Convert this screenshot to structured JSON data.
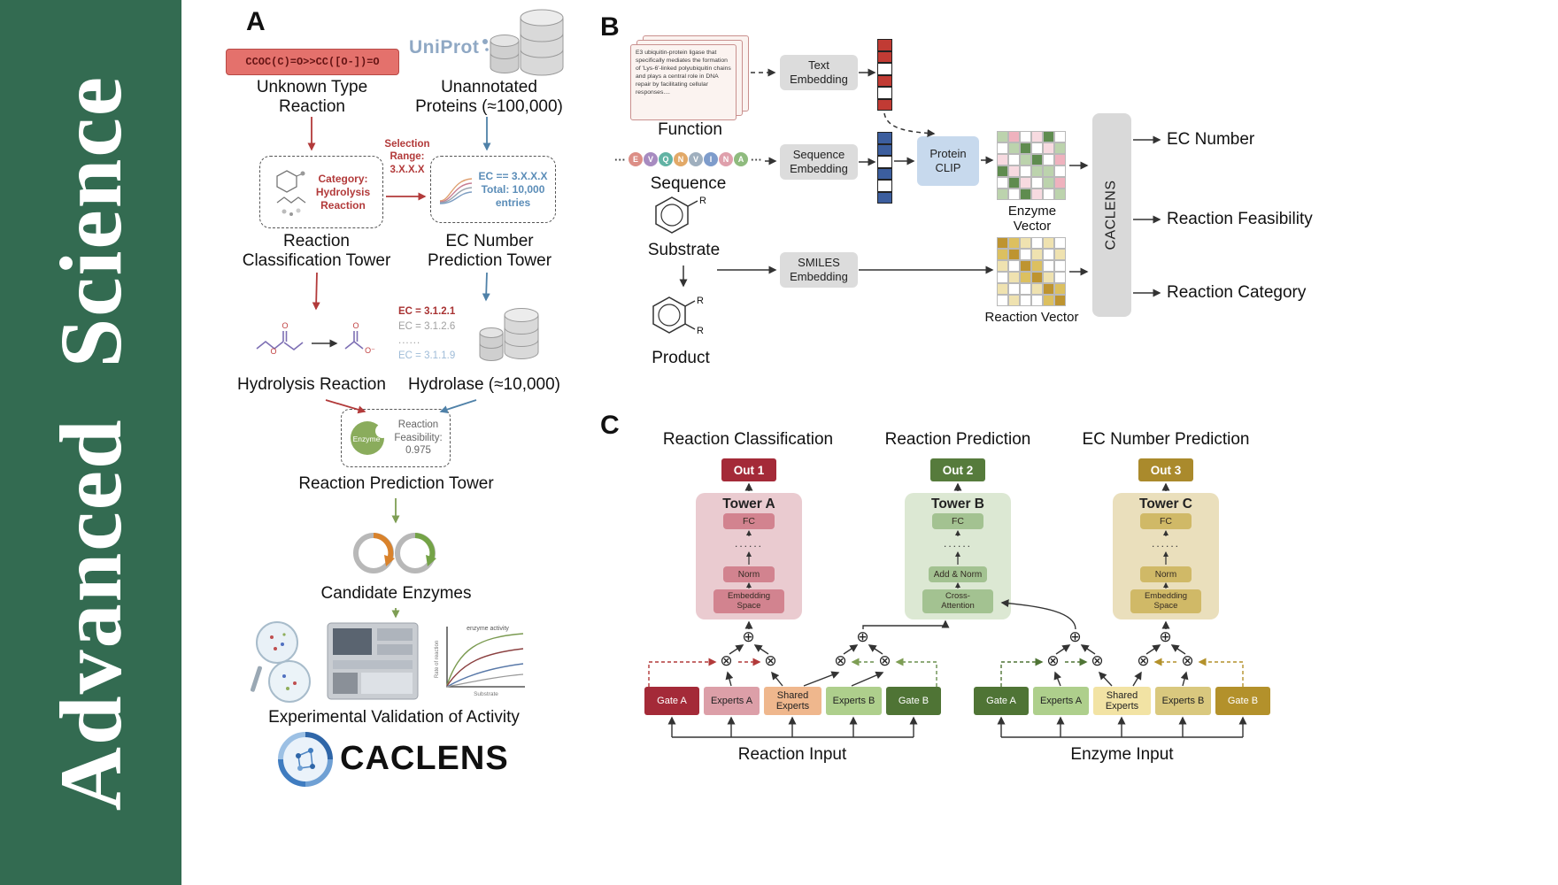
{
  "journal": {
    "name": "Advanced  Science"
  },
  "colors": {
    "journal_green": "#336B51",
    "red_accent": "#B23A3A",
    "blue_accent": "#4F81A8",
    "green_accent": "#7E9E54",
    "out1_red": "#A42A38",
    "out2_green": "#567B3C",
    "out3_gold": "#AA8A2C",
    "cell_palette": {
      "r": "#C13B34",
      "b": "#3C5E9E",
      "w": "#FFFFFF",
      "g": "#5F8C4F",
      "G": "#BCD3AD",
      "p": "#EFB2BE",
      "P": "#F7DAE0",
      "y": "#BE9430",
      "Y": "#DCC060",
      "t": "#EFE2B0"
    }
  },
  "panelA": {
    "label": "A",
    "smiles": "CCOC(C)=O>>CC([O-])=O",
    "unknown_reaction": "Unknown Type\nReaction",
    "uniprot": "UniProt",
    "unannotated": "Unannotated\nProteins (≈100,000)",
    "category": "Category:\nHydrolysis\nReaction",
    "selection": "Selection\nRange:\n3.X.X.X",
    "ec_filter": "EC == 3.X.X.X\nTotal: 10,000\nentries",
    "classification_tower": "Reaction\nClassification Tower",
    "ec_tower": "EC Number\nPrediction Tower",
    "ec_list": [
      "EC = 3.1.2.1",
      "EC = 3.1.2.6",
      "......",
      "EC = 3.1.1.9"
    ],
    "hydrolysis": "Hydrolysis Reaction",
    "hydrolase": "Hydrolase (≈10,000)",
    "enzyme_label": "Enzyme",
    "feasibility": "Reaction\nFeasibility:\n0.975",
    "prediction_tower": "Reaction Prediction Tower",
    "candidates": "Candidate Enzymes",
    "validation": "Experimental Validation of Activity",
    "wordmark": "CACLENS",
    "atoms": {
      "o": "O",
      "o_minus": "O⁻"
    },
    "plot": {
      "title": "enzyme activity",
      "xlabel": "Substrate",
      "ylabel": "Rate of reaction"
    }
  },
  "panelB": {
    "label": "B",
    "function_text": "E3 ubiquitin-protein ligase that specifically mediates the formation of 'Lys-6'-linked polyubiquitin chains and plays a central role in DNA repair by facilitating cellular responses....",
    "function_label": "Function",
    "sequence_ellipsis": "···",
    "sequence_letters": [
      "E",
      "V",
      "Q",
      "N",
      "V",
      "I",
      "N",
      "A"
    ],
    "sequence_label": "Sequence",
    "substrate_label": "Substrate",
    "product_label": "Product",
    "substituent": "R",
    "text_embedding": "Text\nEmbedding",
    "sequence_embedding": "Sequence\nEmbedding",
    "smiles_embedding": "SMILES\nEmbedding",
    "protein_clip": "Protein\nCLIP",
    "enzyme_vector": "Enzyme Vector",
    "reaction_vector": "Reaction Vector",
    "caclens": "CACLENS",
    "outputs": [
      "EC Number",
      "Reaction Feasibility",
      "Reaction Category"
    ],
    "text_vector_cells": [
      "r",
      "r",
      "w",
      "r",
      "w",
      "r"
    ],
    "seq_vector_cells": [
      "b",
      "b",
      "w",
      "b",
      "w",
      "b"
    ],
    "enzyme_grid": [
      "GpwPgw",
      "wGgwPG",
      "PwGgwp",
      "gPwGGw",
      "wgPwGp",
      "GwgPwG"
    ],
    "reaction_grid": [
      "yYtwtw",
      "Yywtwt",
      "twyYww",
      "wtYytw",
      "twwtyY",
      "wtwwYy"
    ]
  },
  "panelC": {
    "label": "C",
    "columns": [
      {
        "title": "Reaction Classification",
        "out": "Out 1",
        "tower": "Tower A",
        "fc": "FC",
        "dots": "......",
        "norm": "Norm",
        "base": "Embedding\nSpace"
      },
      {
        "title": "Reaction Prediction",
        "out": "Out 2",
        "tower": "Tower B",
        "fc": "FC",
        "dots": "......",
        "norm": "Add & Norm",
        "base": "Cross-\nAttention"
      },
      {
        "title": "EC Number Prediction",
        "out": "Out 3",
        "tower": "Tower C",
        "fc": "FC",
        "dots": "......",
        "norm": "Norm",
        "base": "Embedding\nSpace"
      }
    ],
    "moe_left": [
      "Gate A",
      "Experts A",
      "Shared\nExperts",
      "Experts B",
      "Gate B"
    ],
    "moe_right": [
      "Gate A",
      "Experts A",
      "Shared\nExperts",
      "Experts B",
      "Gate B"
    ],
    "reaction_input": "Reaction Input",
    "enzyme_input": "Enzyme Input",
    "plus_symbol": "⊕",
    "times_symbol": "⊗"
  }
}
